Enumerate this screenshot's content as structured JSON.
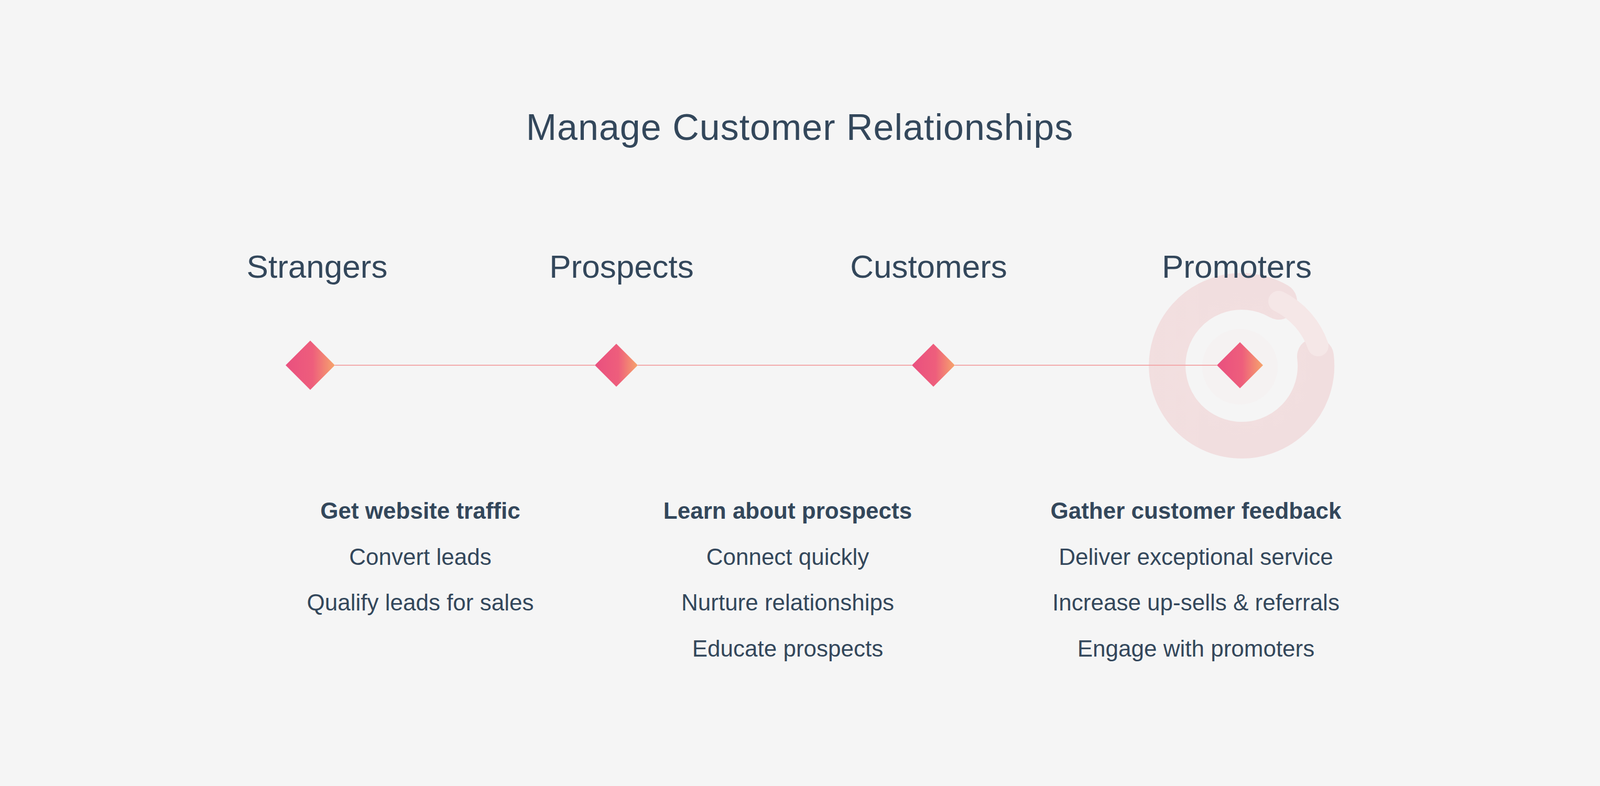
{
  "diagram": {
    "title": "Manage Customer Relationships",
    "nodes": [
      {
        "text": [
          "Strangers"
        ]
      },
      {
        "text": [
          "Prospects"
        ]
      },
      {
        "text": [
          "Customers"
        ]
      },
      {
        "text": [
          "Promoters"
        ]
      }
    ],
    "edges": [
      {
        "from": 0,
        "to": 1,
        "arrow": "none"
      },
      {
        "from": 1,
        "to": 2,
        "arrow": "none"
      },
      {
        "from": 2,
        "to": 3,
        "arrow": "none"
      }
    ],
    "labels": [
      "Get website traffic",
      "Convert leads",
      "Qualify leads for sales",
      "Learn about prospects",
      "Connect quickly",
      "Nurture relationships",
      "Educate prospects",
      "Gather customer feedback",
      "Deliver exceptional service",
      "Increase up-sells & referrals",
      "Engage with promoters"
    ]
  }
}
